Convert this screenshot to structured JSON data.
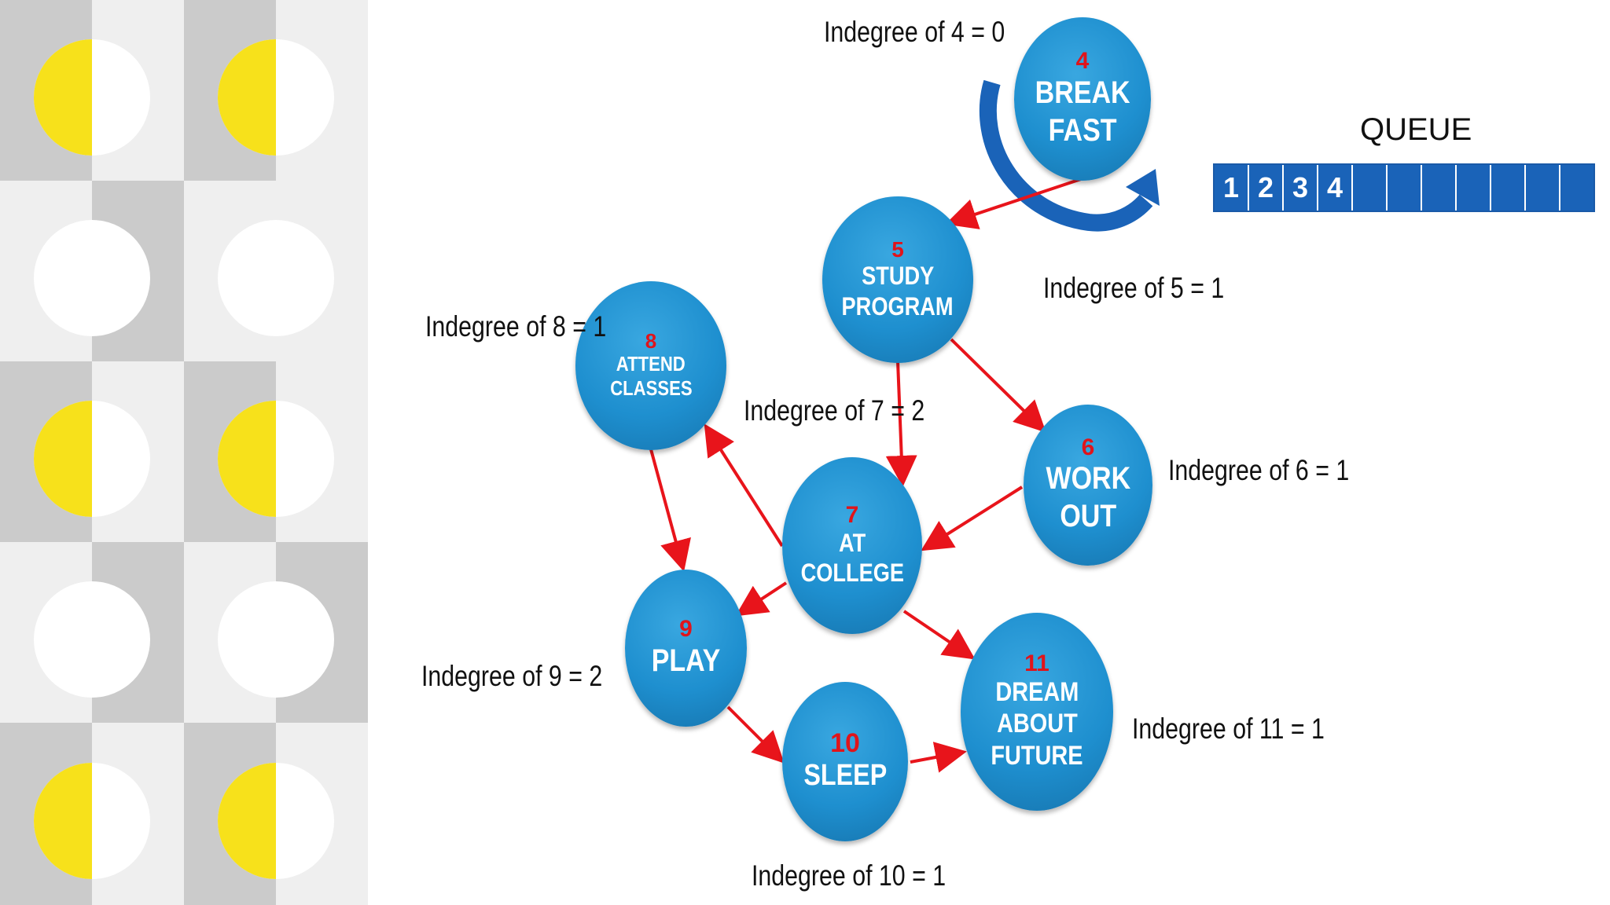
{
  "queue": {
    "title": "QUEUE",
    "cells": [
      "1",
      "2",
      "3",
      "4",
      "",
      "",
      "",
      "",
      "",
      "",
      "",
      ""
    ]
  },
  "nodes": [
    {
      "id": "4",
      "lines": [
        "BREAK",
        "FAST"
      ]
    },
    {
      "id": "5",
      "lines": [
        "STUDY",
        "PROGRAM"
      ]
    },
    {
      "id": "6",
      "lines": [
        "WORK",
        "OUT"
      ]
    },
    {
      "id": "7",
      "lines": [
        "AT",
        "COLLEGE"
      ]
    },
    {
      "id": "8",
      "lines": [
        "ATTEND",
        "CLASSES"
      ]
    },
    {
      "id": "9",
      "lines": [
        "PLAY"
      ]
    },
    {
      "id": "10",
      "lines": [
        "SLEEP"
      ]
    },
    {
      "id": "11",
      "lines": [
        "DREAM",
        "ABOUT",
        "FUTURE"
      ]
    }
  ],
  "indegree_labels": {
    "n4": "Indegree of 4 = 0",
    "n5": "Indegree of 5 = 1",
    "n6": "Indegree of 6 = 1",
    "n7": "Indegree of 7 = 2",
    "n8": "Indegree of 8 = 1",
    "n9": "Indegree of 9 = 2",
    "n10": "Indegree of 10 = 1",
    "n11": "Indegree of 11 = 1"
  },
  "edges": [
    {
      "from": "4",
      "to": "5"
    },
    {
      "from": "5",
      "to": "6"
    },
    {
      "from": "5",
      "to": "7"
    },
    {
      "from": "6",
      "to": "7"
    },
    {
      "from": "7",
      "to": "8"
    },
    {
      "from": "7",
      "to": "9"
    },
    {
      "from": "7",
      "to": "11"
    },
    {
      "from": "8",
      "to": "9"
    },
    {
      "from": "9",
      "to": "10"
    },
    {
      "from": "10",
      "to": "11"
    }
  ],
  "colors": {
    "node_fill": "#1e8fcf",
    "node_number": "#e0141b",
    "edge": "#e8141b",
    "curved_arrow": "#1a63b8",
    "queue_fill": "#1a63b8",
    "deco_yellow": "#f7e11b",
    "deco_gray_light": "#efefef",
    "deco_gray_dark": "#cbcbcb"
  }
}
